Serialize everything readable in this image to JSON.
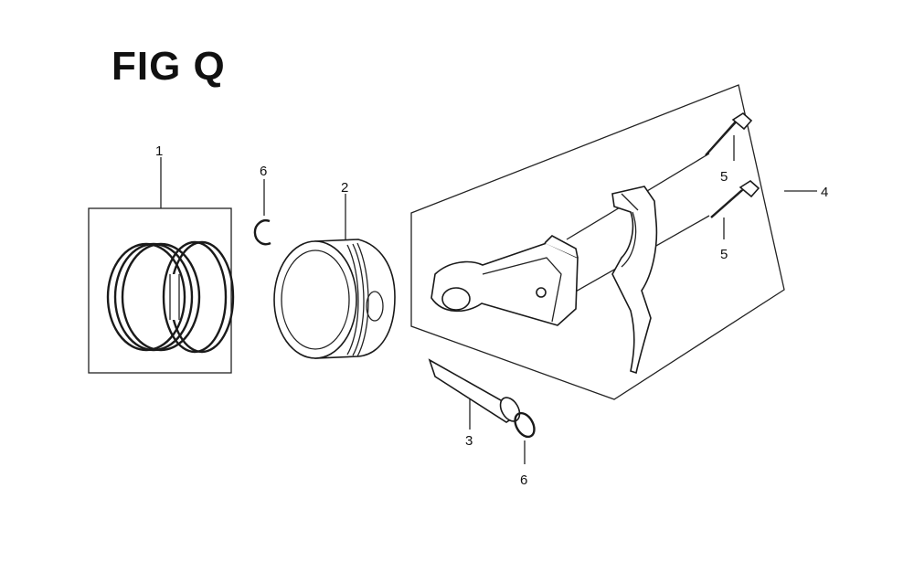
{
  "figure": {
    "title": "FIG Q"
  },
  "callouts": {
    "ring_set": "1",
    "piston": "2",
    "piston_pin": "3",
    "connecting_rod_assy": "4",
    "bolt_upper": "5",
    "bolt_lower": "5",
    "clip_left": "6",
    "clip_right": "6"
  }
}
